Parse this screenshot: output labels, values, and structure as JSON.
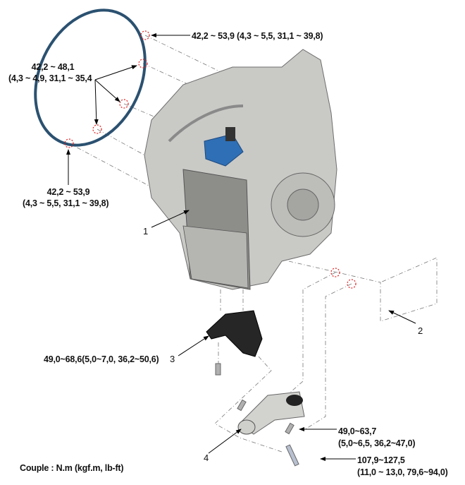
{
  "callouts": {
    "ring_top": "42,2 ~ 53,9 (4,3 ~ 5,5, 31,1 ~ 39,8)",
    "ring_mid_line1": "42,2 ~ 48,1",
    "ring_mid_line2": "(4,3 ~ 4,9, 31,1 ~ 35,4",
    "ring_bottom_line1": "42,2 ~ 53,9",
    "ring_bottom_line2": "(4,3 ~ 5,5, 31,1 ~ 39,8)",
    "bracket_3": "49,0~68,6(5,0~7,0, 36,2~50,6)",
    "mount_bolt_line1": "49,0~63,7",
    "mount_bolt_line2": "(5,0~6,5, 36,2~47,0)",
    "long_bolt_line1": "107,9~127,5",
    "long_bolt_line2": "(11,0 ~ 13,0, 79,6~94,0)"
  },
  "part_numbers": [
    "1",
    "2",
    "3",
    "4"
  ],
  "legend": "Couple : N.m (kgf.m, lb-ft)",
  "colors": {
    "ring": "#2b5170",
    "marker": "#e02020",
    "body": "#c9c9c6",
    "actuator": "#2f6fb5"
  }
}
